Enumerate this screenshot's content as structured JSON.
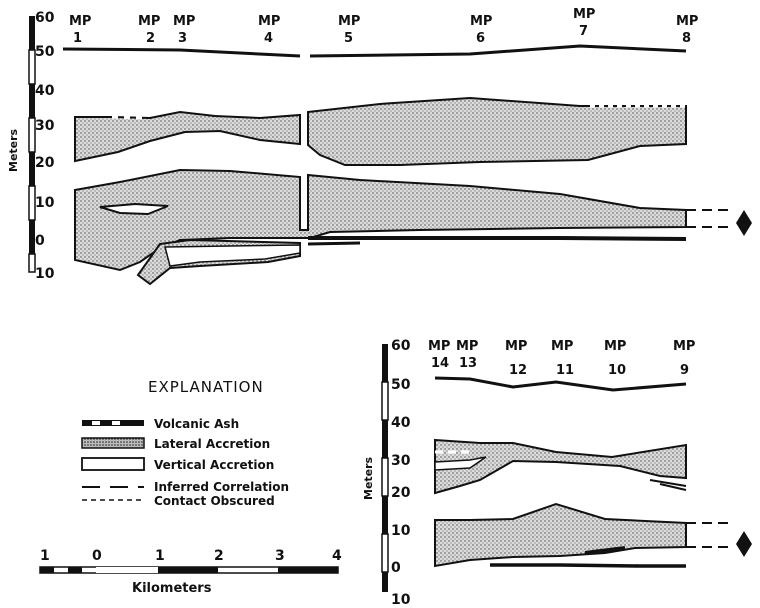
{
  "upper_section": {
    "axis_label": "Meters",
    "axis_ticks": [
      "60",
      "50",
      "40",
      "30",
      "20",
      "10",
      "0",
      "10"
    ],
    "markers": [
      {
        "top": "MP",
        "num": "1"
      },
      {
        "top": "MP",
        "num": "2"
      },
      {
        "top": "MP",
        "num": "3"
      },
      {
        "top": "MP",
        "num": "4"
      },
      {
        "top": "MP",
        "num": "5"
      },
      {
        "top": "MP",
        "num": "6"
      },
      {
        "top": "MP",
        "num": "7"
      },
      {
        "top": "MP",
        "num": "8"
      }
    ]
  },
  "lower_section": {
    "axis_label": "Meters",
    "axis_ticks": [
      "60",
      "50",
      "40",
      "30",
      "20",
      "10",
      "0",
      "10"
    ],
    "markers": [
      {
        "top": "MP",
        "num": "14"
      },
      {
        "top": "MP",
        "num": "13"
      },
      {
        "top": "MP",
        "num": "12"
      },
      {
        "top": "MP",
        "num": "11"
      },
      {
        "top": "MP",
        "num": "10"
      },
      {
        "top": "MP",
        "num": "9"
      }
    ]
  },
  "explanation": {
    "title": "EXPLANATION",
    "items": [
      {
        "label": "Volcanic Ash"
      },
      {
        "label": "Lateral Accretion"
      },
      {
        "label": "Vertical Accretion"
      },
      {
        "label": "Inferred Correlation"
      },
      {
        "label": "Contact Obscured"
      }
    ]
  },
  "scale_bar": {
    "ticks": [
      "1",
      "0",
      "1",
      "2",
      "3",
      "4"
    ],
    "unit": "Kilometers"
  },
  "colors": {
    "ink": "#111111",
    "stipple": "#b9b9b9",
    "paper": "#ffffff"
  }
}
